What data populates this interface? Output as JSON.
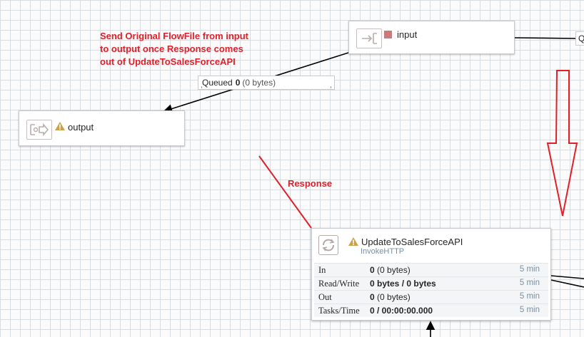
{
  "annotation_note": {
    "line1": "Send Original FlowFile from input",
    "line2": "to output once Response comes",
    "line3": "out of UpdateToSalesForceAPI"
  },
  "response_label": "Response",
  "input_port": {
    "name": "input",
    "status": "stopped"
  },
  "output_port": {
    "name": "output",
    "status": "invalid"
  },
  "connection": {
    "queued_label": "Queued",
    "queued_count": "0",
    "queued_bytes": "(0 bytes)"
  },
  "edge_label_partial": "Q",
  "processor": {
    "name": "UpdateToSalesForceAPI",
    "type": "InvokeHTTP",
    "status": "invalid",
    "stats": [
      {
        "label": "In",
        "value_bold": "0",
        "value_rest": " (0 bytes)",
        "period": "5 min"
      },
      {
        "label": "Read/Write",
        "value_bold": "0 bytes / 0 bytes",
        "value_rest": "",
        "period": "5 min"
      },
      {
        "label": "Out",
        "value_bold": "0",
        "value_rest": " (0 bytes)",
        "period": "5 min"
      },
      {
        "label": "Tasks/Time",
        "value_bold": "0 / 00:00:00.000",
        "value_rest": "",
        "period": "5 min"
      }
    ]
  },
  "colors": {
    "annotation_red": "#e0202a",
    "stopped": "#c97a7a",
    "warning": "#c9a34a",
    "grid": "#d9dde0"
  }
}
